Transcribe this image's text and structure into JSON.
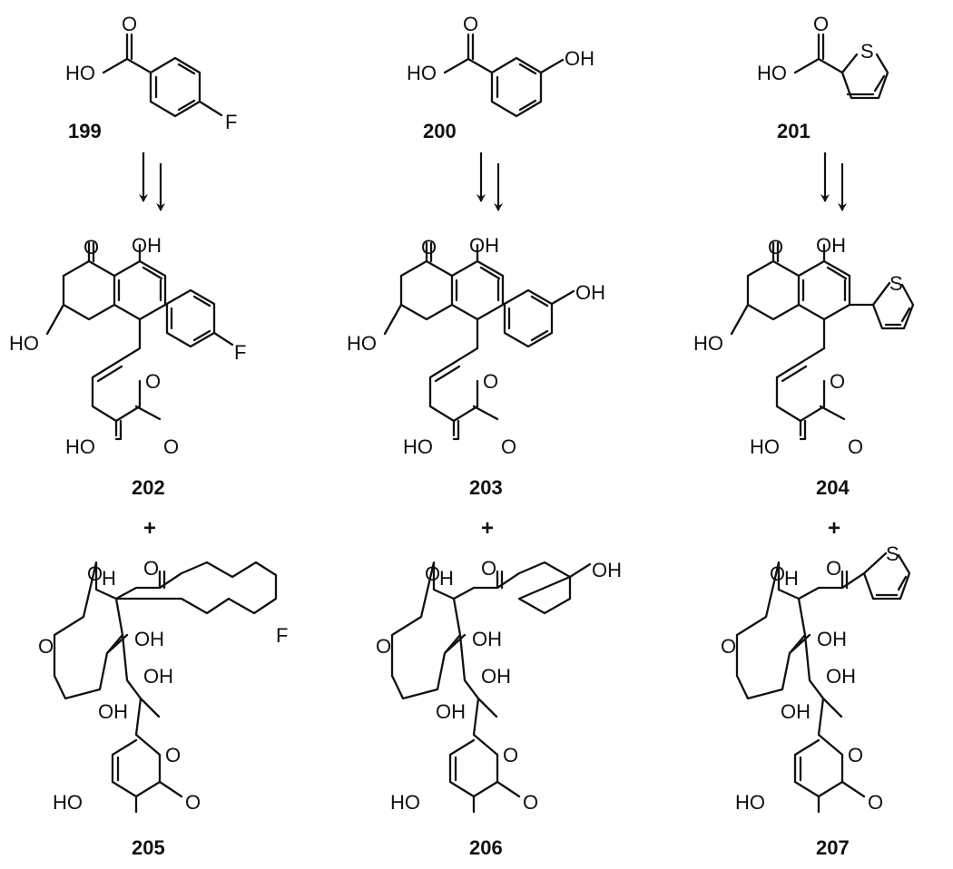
{
  "columns": [
    {
      "start": {
        "id": "199",
        "atoms": {
          "ho": "HO",
          "o": "O",
          "sub": "F"
        }
      },
      "intermediate": {
        "id": "202",
        "atoms": {
          "o": "O",
          "oh": "OH",
          "ho": "HO",
          "sub": "F",
          "ring_o": "O",
          "pyr_ho": "HO",
          "pyr_o": "O"
        }
      },
      "product": {
        "id": "205",
        "atoms": {
          "h": "H",
          "ket_o": "O",
          "lac_o": "O",
          "ring_o": "O",
          "oh1": "OH",
          "oh2": "OH",
          "oh3": "OH",
          "sub": "F",
          "pyr_o": "O",
          "pyr_ho": "HO",
          "pyr_o2": "O"
        }
      }
    },
    {
      "start": {
        "id": "200",
        "atoms": {
          "ho": "HO",
          "o": "O",
          "sub": "OH"
        }
      },
      "intermediate": {
        "id": "203",
        "atoms": {
          "o": "O",
          "oh": "OH",
          "ho": "HO",
          "sub": "OH",
          "ring_o": "O",
          "pyr_ho": "HO",
          "pyr_o": "O"
        }
      },
      "product": {
        "id": "206",
        "atoms": {
          "h": "H",
          "ket_o": "O",
          "lac_o": "O",
          "ring_o": "O",
          "oh1": "OH",
          "oh2": "OH",
          "oh3": "OH",
          "sub": "OH",
          "pyr_o": "O",
          "pyr_ho": "HO",
          "pyr_o2": "O"
        }
      }
    },
    {
      "start": {
        "id": "201",
        "atoms": {
          "ho": "HO",
          "o": "O",
          "sub": "S"
        }
      },
      "intermediate": {
        "id": "204",
        "atoms": {
          "o": "O",
          "oh": "OH",
          "ho": "HO",
          "sub": "S",
          "ring_o": "O",
          "pyr_ho": "HO",
          "pyr_o": "O"
        }
      },
      "product": {
        "id": "207",
        "atoms": {
          "h": "H",
          "ket_o": "O",
          "lac_o": "O",
          "ring_o": "O",
          "oh1": "OH",
          "oh2": "OH",
          "oh3": "OH",
          "sub": "S",
          "pyr_o": "O",
          "pyr_ho": "HO",
          "pyr_o2": "O"
        }
      }
    }
  ],
  "plus_sign": "+"
}
